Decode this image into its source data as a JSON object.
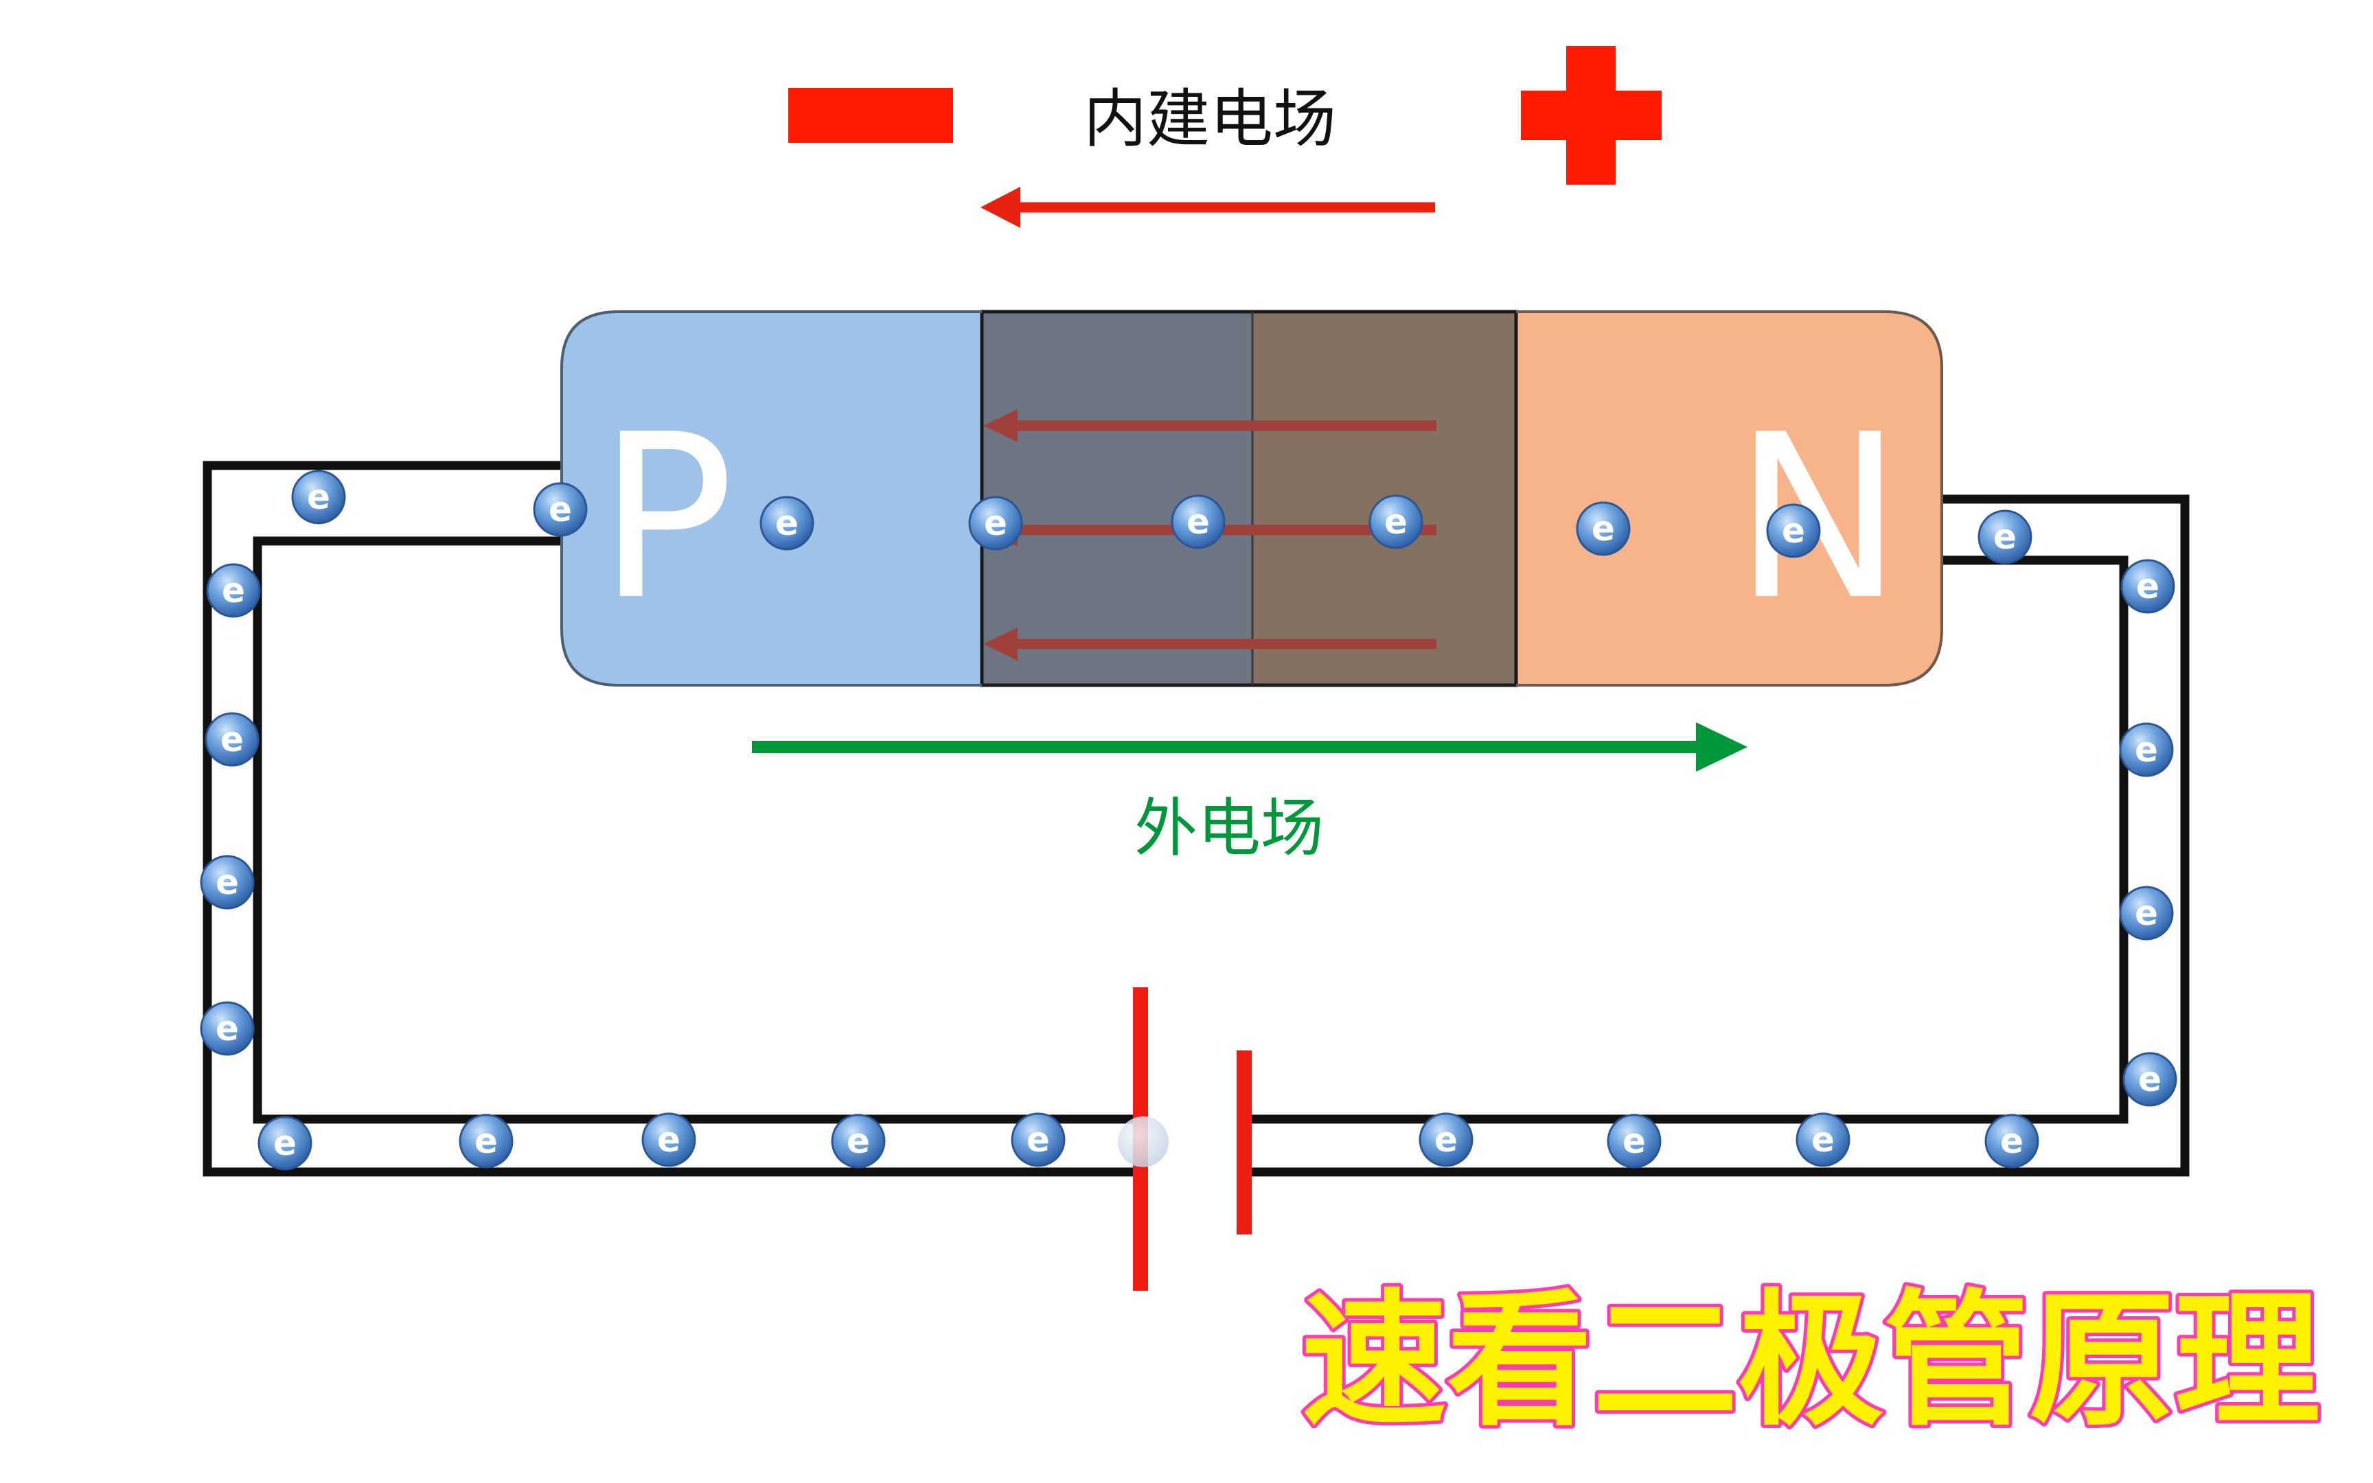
{
  "labels": {
    "built_in_field": "内建电场",
    "external_field": "外电场",
    "p_region": "P",
    "n_region": "N",
    "electron": "e",
    "title": "速看二极管原理"
  },
  "symbols": {
    "negative_sign": "minus",
    "positive_sign": "plus"
  },
  "colors": {
    "sign_red": "#ff1a00",
    "built_in_arrow": "#e8210e",
    "inner_arrows": "#a0403a",
    "external_arrow": "#00973a",
    "p_region": "#9fc2e8",
    "n_region": "#f7b48a",
    "depletion_p": "#6c7581",
    "depletion_n": "#857161",
    "wire": "#111111",
    "battery": "#ee1c12",
    "electron": "#3f7fcb",
    "title_fill": "#fff200",
    "title_outline": "#ff3bb0"
  }
}
